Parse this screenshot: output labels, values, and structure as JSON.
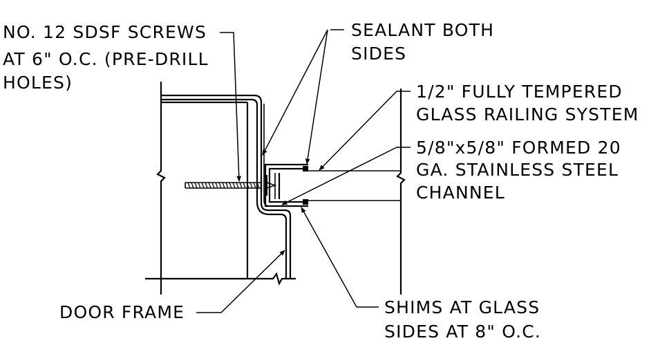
{
  "notes": {
    "screws": [
      "NO. 12 SDSF SCREWS",
      "AT 6\" O.C. (PRE-DRILL",
      "HOLES)"
    ],
    "sealant": [
      "SEALANT BOTH",
      "SIDES"
    ],
    "glass": [
      "1/2\" FULLY TEMPERED",
      "GLASS RAILING SYSTEM"
    ],
    "channel": [
      "5/8\"x5/8\" FORMED 20",
      "GA. STAINLESS STEEL",
      "CHANNEL"
    ],
    "door_frame": [
      "DOOR FRAME"
    ],
    "shims": [
      "SHIMS AT GLASS",
      "SIDES AT 8\" O.C."
    ]
  }
}
